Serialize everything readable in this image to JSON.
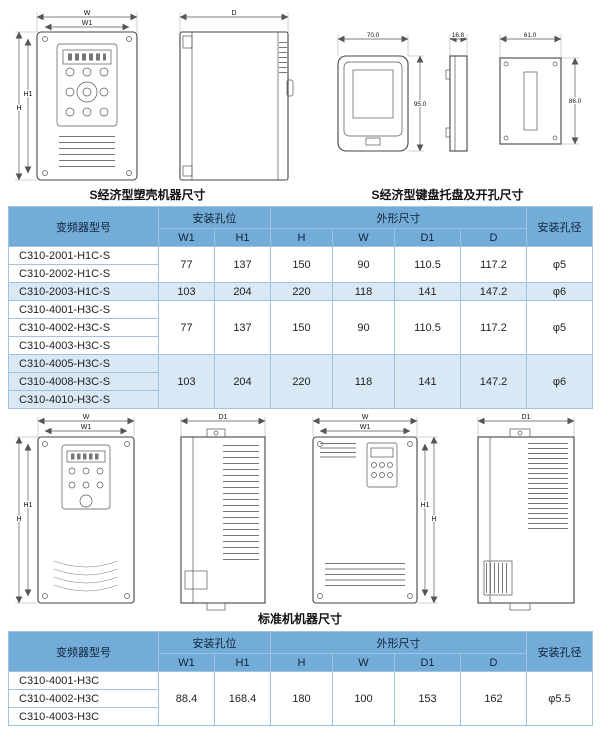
{
  "captions": {
    "top_left": "S经济型塑壳机器尺寸",
    "top_right": "S经济型键盘托盘及开孔尺寸",
    "middle": "标准机机器尺寸"
  },
  "dims": {
    "W": "W",
    "W1": "W1",
    "H": "H",
    "H1": "H1",
    "D": "D",
    "D1": "D1",
    "tray_width": "70.0",
    "tray_depth": "16.8",
    "tray_height": "95.0",
    "hole_width": "61.0",
    "hole_height": "86.0"
  },
  "tables": {
    "header": {
      "model": "变频器型号",
      "mounting": "安装孔位",
      "outline": "外形尺寸",
      "hole_dia": "安装孔径",
      "columns": [
        "W1",
        "H1",
        "H",
        "W",
        "D1",
        "D"
      ]
    },
    "table1": {
      "groups": [
        {
          "models": [
            "C310-2001-H1C-S",
            "C310-2002-H1C-S"
          ],
          "values": [
            "77",
            "137",
            "150",
            "90",
            "110.5",
            "117.2",
            "φ5"
          ]
        },
        {
          "models": [
            "C310-2003-H1C-S"
          ],
          "values": [
            "103",
            "204",
            "220",
            "118",
            "141",
            "147.2",
            "φ6"
          ]
        },
        {
          "models": [
            "C310-4001-H3C-S",
            "C310-4002-H3C-S",
            "C310-4003-H3C-S"
          ],
          "values": [
            "77",
            "137",
            "150",
            "90",
            "110.5",
            "117.2",
            "φ5"
          ]
        },
        {
          "models": [
            "C310-4005-H3C-S",
            "C310-4008-H3C-S",
            "C310-4010-H3C-S"
          ],
          "values": [
            "103",
            "204",
            "220",
            "118",
            "141",
            "147.2",
            "φ6"
          ]
        }
      ]
    },
    "table2": {
      "groups": [
        {
          "models": [
            "C310-4001-H3C",
            "C310-4002-H3C",
            "C310-4003-H3C"
          ],
          "values": [
            "88.4",
            "168.4",
            "180",
            "100",
            "153",
            "162",
            "φ5.5"
          ]
        }
      ]
    }
  },
  "colors": {
    "header_blue": "#74ACD8",
    "stripe_blue": "#D9E8F5",
    "grid_line": "#9FC3E2",
    "drawing_stroke": "#444444"
  }
}
